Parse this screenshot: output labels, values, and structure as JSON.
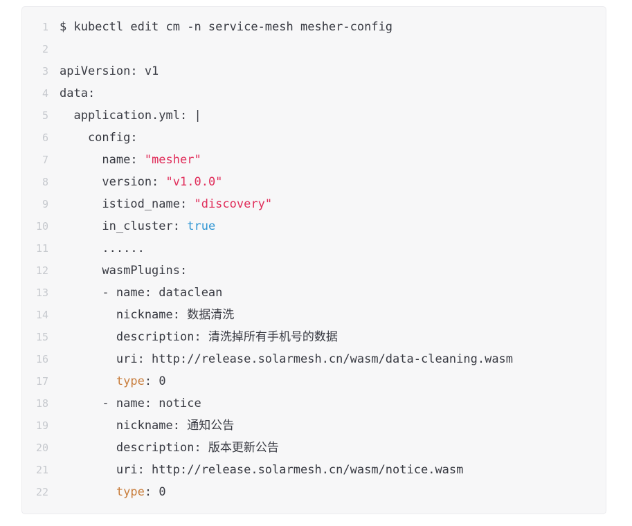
{
  "code_block": {
    "background": "#f7f7f8",
    "colors": {
      "default": "#383a42",
      "string": "#e02d5a",
      "boolean": "#2e95d3",
      "keyword": "#c87d3c",
      "line_number": "#c6c9ce"
    },
    "lines": [
      {
        "num": "1",
        "segments": [
          {
            "text": "$ kubectl edit cm -n service-mesh mesher-config",
            "color": "default"
          }
        ]
      },
      {
        "num": "2",
        "segments": []
      },
      {
        "num": "3",
        "segments": [
          {
            "text": "apiVersion: v1",
            "color": "default"
          }
        ]
      },
      {
        "num": "4",
        "segments": [
          {
            "text": "data:",
            "color": "default"
          }
        ]
      },
      {
        "num": "5",
        "segments": [
          {
            "text": "  application.yml: |",
            "color": "default"
          }
        ]
      },
      {
        "num": "6",
        "segments": [
          {
            "text": "    config:",
            "color": "default"
          }
        ]
      },
      {
        "num": "7",
        "segments": [
          {
            "text": "      name: ",
            "color": "default"
          },
          {
            "text": "\"mesher\"",
            "color": "string"
          }
        ]
      },
      {
        "num": "8",
        "segments": [
          {
            "text": "      version: ",
            "color": "default"
          },
          {
            "text": "\"v1.0.0\"",
            "color": "string"
          }
        ]
      },
      {
        "num": "9",
        "segments": [
          {
            "text": "      istiod_name: ",
            "color": "default"
          },
          {
            "text": "\"discovery\"",
            "color": "string"
          }
        ]
      },
      {
        "num": "10",
        "segments": [
          {
            "text": "      in_cluster: ",
            "color": "default"
          },
          {
            "text": "true",
            "color": "boolean"
          }
        ]
      },
      {
        "num": "11",
        "segments": [
          {
            "text": "      ......",
            "color": "default"
          }
        ]
      },
      {
        "num": "12",
        "segments": [
          {
            "text": "      wasmPlugins:",
            "color": "default"
          }
        ]
      },
      {
        "num": "13",
        "segments": [
          {
            "text": "      - name: dataclean",
            "color": "default"
          }
        ]
      },
      {
        "num": "14",
        "segments": [
          {
            "text": "        nickname: 数据清洗",
            "color": "default"
          }
        ]
      },
      {
        "num": "15",
        "segments": [
          {
            "text": "        description: 清洗掉所有手机号的数据",
            "color": "default"
          }
        ]
      },
      {
        "num": "16",
        "segments": [
          {
            "text": "        uri: http://release.solarmesh.cn/wasm/data-cleaning.wasm",
            "color": "default"
          }
        ]
      },
      {
        "num": "17",
        "segments": [
          {
            "text": "        ",
            "color": "default"
          },
          {
            "text": "type",
            "color": "keyword"
          },
          {
            "text": ": 0",
            "color": "default"
          }
        ]
      },
      {
        "num": "18",
        "segments": [
          {
            "text": "      - name: notice",
            "color": "default"
          }
        ]
      },
      {
        "num": "19",
        "segments": [
          {
            "text": "        nickname: 通知公告",
            "color": "default"
          }
        ]
      },
      {
        "num": "20",
        "segments": [
          {
            "text": "        description: 版本更新公告",
            "color": "default"
          }
        ]
      },
      {
        "num": "21",
        "segments": [
          {
            "text": "        uri: http://release.solarmesh.cn/wasm/notice.wasm",
            "color": "default"
          }
        ]
      },
      {
        "num": "22",
        "segments": [
          {
            "text": "        ",
            "color": "default"
          },
          {
            "text": "type",
            "color": "keyword"
          },
          {
            "text": ": 0",
            "color": "default"
          }
        ]
      }
    ]
  }
}
